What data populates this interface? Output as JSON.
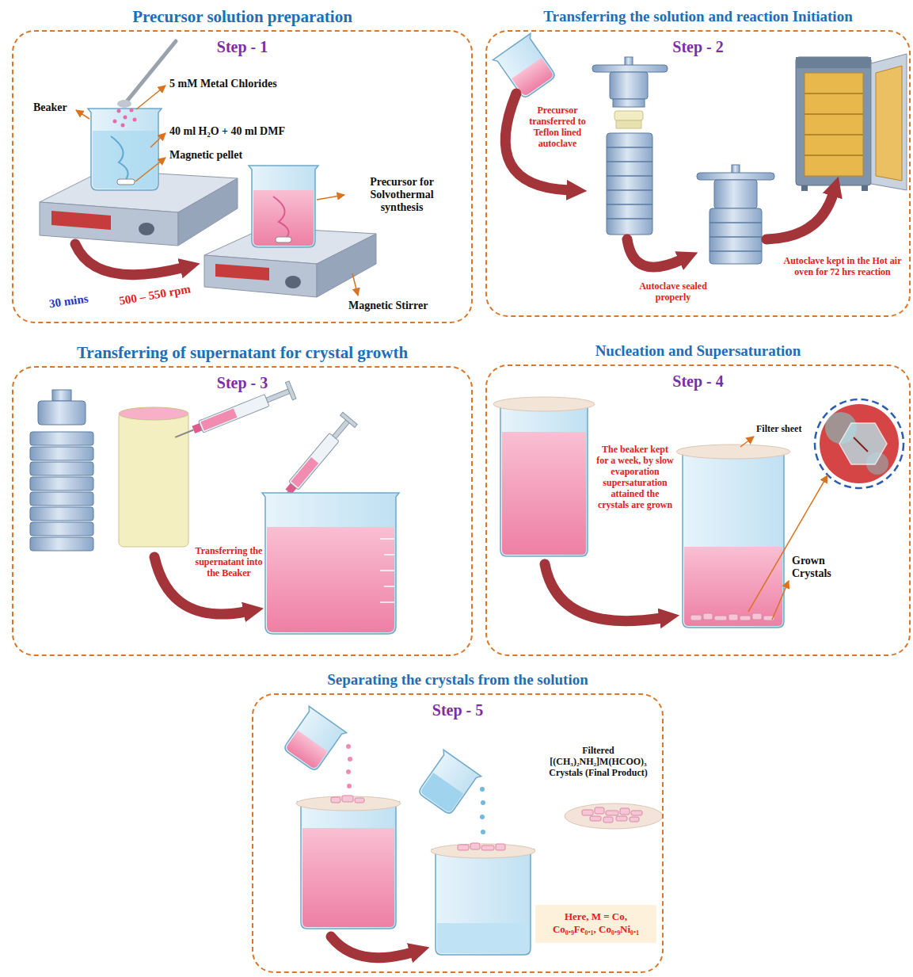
{
  "diagram": {
    "nodes": [
      {
        "text": [
          "Precursor solution preparation",
          "Step - 1"
        ]
      },
      {
        "text": [
          "Transferring the solution and reaction Initiation",
          "Step - 2"
        ]
      },
      {
        "text": [
          "Transferring of supernatant for crystal growth",
          "Step - 3"
        ]
      },
      {
        "text": [
          "Nucleation and Supersaturation",
          "Step - 4"
        ]
      },
      {
        "text": [
          "Separating the crystals from the solution",
          "Step - 5"
        ]
      },
      {
        "text": [
          "Here, M = Co, Co₀.₉Fe₀.₁, Co₀.₉Ni₀.₁"
        ],
        "in": 4
      }
    ],
    "labels": [
      "Beaker",
      "5 mM Metal Chlorides",
      "40 ml H₂O + 40 ml DMF",
      "Magnetic pellet",
      "Precursor for Solvothermal synthesis",
      "500 – 550 rpm",
      "30 mins",
      "Magnetic Stirrer",
      "Precursor transferred to Teflon lined autoclave",
      "Autoclave sealed properly",
      "Autoclave kept in the Hot air oven for 72 hrs reaction",
      "Transferring the supernatant into the Beaker",
      "The beaker kept for a week, by slow evaporation supersaturation attained the crystals are grown",
      "Filter sheet",
      "Grown Crystals",
      "Filtered [(CH₃)₂NH₂]M(HCOO)₃ Crystals (Final Product)"
    ]
  }
}
